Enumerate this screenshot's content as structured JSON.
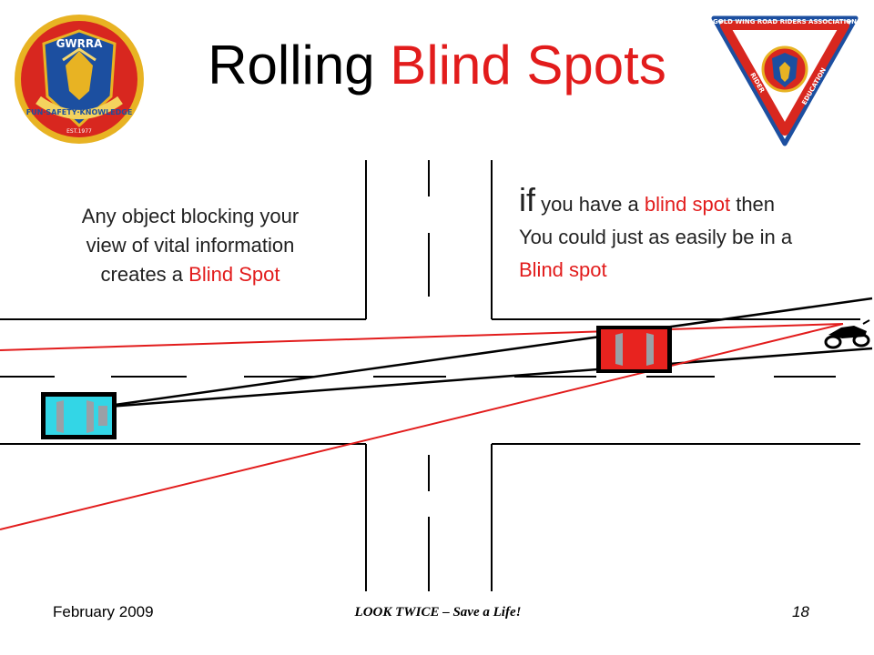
{
  "slide": {
    "title_part1": "Rolling",
    "title_part2": "Blind Spots",
    "left_text": {
      "line1": "Any object blocking your",
      "line2": "view of vital information",
      "line3_prefix": "creates a",
      "line3_highlight": "Blind Spot"
    },
    "right_text": {
      "if_word": "if",
      "line1_mid": "you have a",
      "line1_highlight": "blind spot",
      "line1_end": "then",
      "line2": "You could just as easily be in a",
      "line3_highlight": "Blind spot"
    }
  },
  "logos": {
    "left_emblem": {
      "icon": "gwrra-emblem-icon",
      "top_text": "GWRRA",
      "banner_text": "FUN·SAFETY·KNOWLEDGE",
      "year_text": "EST.1977"
    },
    "right_emblem": {
      "icon": "rider-education-triangle-icon",
      "top_text": "GOLD WING ROAD RIDERS ASSOCIATION",
      "left_side": "RIDER",
      "right_side": "EDUCATION"
    }
  },
  "footer": {
    "date": "February 2009",
    "slogan": "LOOK TWICE – Save a Life!",
    "page": "18"
  },
  "colors": {
    "accent_red": "#e21c1c",
    "car_cyan": "#33d6e6",
    "car_red": "#e8231f",
    "road_line": "#000000",
    "logo_blue": "#1c4fa0",
    "logo_gold": "#e8b323"
  }
}
